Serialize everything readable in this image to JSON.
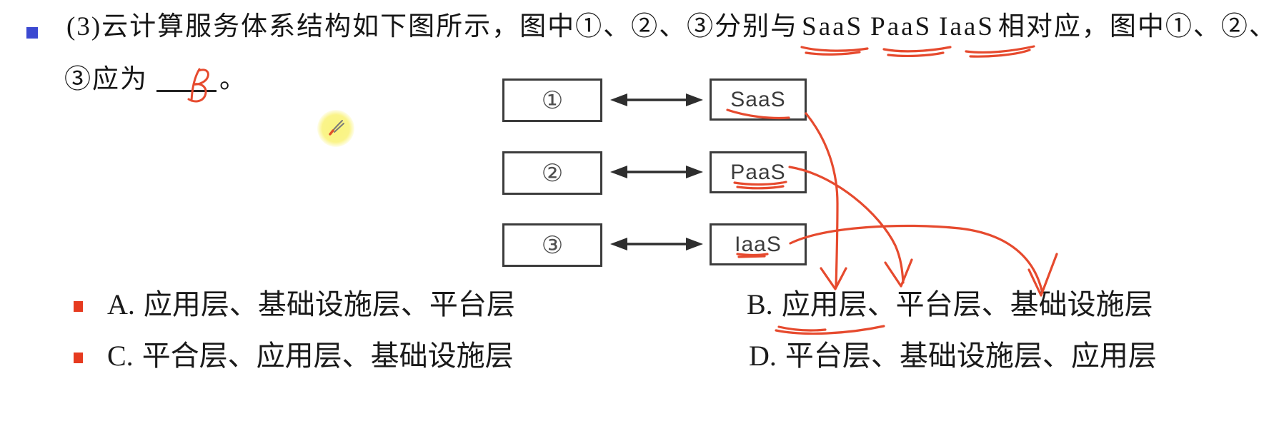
{
  "colors": {
    "annotation_red": "#e64a2e",
    "bullet_blue": "#3b49d1",
    "bullet_red": "#e63a1f",
    "highlight_yellow": "#faf37d",
    "diagram_line": "#2e2e2e"
  },
  "question": {
    "line1_prefix": "(3)云计算服务体系结构如下图所示，图中①、②、③分别与",
    "terms": [
      "SaaS",
      "PaaS",
      "IaaS"
    ],
    "line1_suffix": "相对应，图中①、②、",
    "line2_prefix": "③应为",
    "line2_suffix": "。",
    "handwritten_answer": "B"
  },
  "diagram": {
    "left_boxes": [
      "①",
      "②",
      "③"
    ],
    "right_boxes": [
      "SaaS",
      "PaaS",
      "IaaS"
    ]
  },
  "options": [
    {
      "label": "A.",
      "text": "应用层、基础设施层、平台层"
    },
    {
      "label": "B.",
      "underlined": "应用层",
      "rest": "、平台层、基础设施层"
    },
    {
      "label": "C.",
      "text": "平合层、应用层、基础设施层"
    },
    {
      "label": "D.",
      "text": "平台层、基础设施层、应用层"
    }
  ]
}
